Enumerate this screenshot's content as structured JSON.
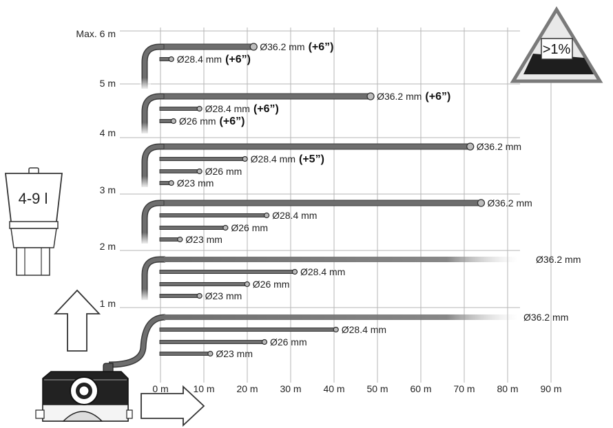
{
  "colors": {
    "pipe": "#6e6e6e",
    "pipe_edge": "#3a3a3a",
    "grid": "#b5b5b5",
    "text": "#222222",
    "dark": "#1e1e1e"
  },
  "y_axis": [
    "Max. 6 m",
    "5 m",
    "4 m",
    "3 m",
    "2 m",
    "1 m"
  ],
  "x_axis": [
    "0 m",
    "10 m",
    "20 m",
    "30 m",
    "40 m",
    "50 m",
    "60 m",
    "70 m",
    "80 m",
    "90 m"
  ],
  "slope_label": ">1%",
  "tank_label": "4-9 l",
  "tiers": [
    {
      "height_m": 6,
      "pipes": [
        {
          "label": "Ø36.2 mm",
          "extra": "(+6”)",
          "length_m": 21.5,
          "main": true
        },
        {
          "label": "Ø28.4 mm",
          "extra": "(+6”)",
          "length_m": 2.5
        }
      ]
    },
    {
      "height_m": 5,
      "pipes": [
        {
          "label": "Ø36.2 mm",
          "extra": "(+6”)",
          "length_m": 48.5,
          "main": true
        },
        {
          "label": "Ø28.4 mm",
          "extra": "(+6”)",
          "length_m": 9
        },
        {
          "label": "Ø26 mm",
          "extra": "(+6”)",
          "length_m": 3
        }
      ]
    },
    {
      "height_m": 4,
      "pipes": [
        {
          "label": "Ø36.2 mm",
          "extra": "",
          "length_m": 71.5,
          "main": true
        },
        {
          "label": "Ø28.4 mm",
          "extra": "(+5”)",
          "length_m": 19.5
        },
        {
          "label": "Ø26 mm",
          "extra": "",
          "length_m": 9
        },
        {
          "label": "Ø23 mm",
          "extra": "",
          "length_m": 2.5
        }
      ]
    },
    {
      "height_m": 3,
      "pipes": [
        {
          "label": "Ø36.2 mm",
          "extra": "",
          "length_m": 74,
          "main": true
        },
        {
          "label": "Ø28.4 mm",
          "extra": "",
          "length_m": 24.5
        },
        {
          "label": "Ø26 mm",
          "extra": "",
          "length_m": 15
        },
        {
          "label": "Ø23 mm",
          "extra": "",
          "length_m": 4.5
        }
      ]
    },
    {
      "height_m": 2,
      "pipes": [
        {
          "label": "Ø36.2 mm",
          "extra": "",
          "length_m": 999,
          "main": true,
          "fade": true
        },
        {
          "label": "Ø28.4 mm",
          "extra": "",
          "length_m": 31
        },
        {
          "label": "Ø26 mm",
          "extra": "",
          "length_m": 20
        },
        {
          "label": "Ø23 mm",
          "extra": "",
          "length_m": 9
        }
      ]
    },
    {
      "height_m": 1,
      "pipes": [
        {
          "label": "Ø36.2 mm",
          "extra": "",
          "length_m": 999,
          "main": true,
          "fade": true
        },
        {
          "label": "Ø28.4 mm",
          "extra": "",
          "length_m": 40.5
        },
        {
          "label": "Ø26 mm",
          "extra": "",
          "length_m": 24
        },
        {
          "label": "Ø23 mm",
          "extra": "",
          "length_m": 11.5
        }
      ]
    }
  ]
}
